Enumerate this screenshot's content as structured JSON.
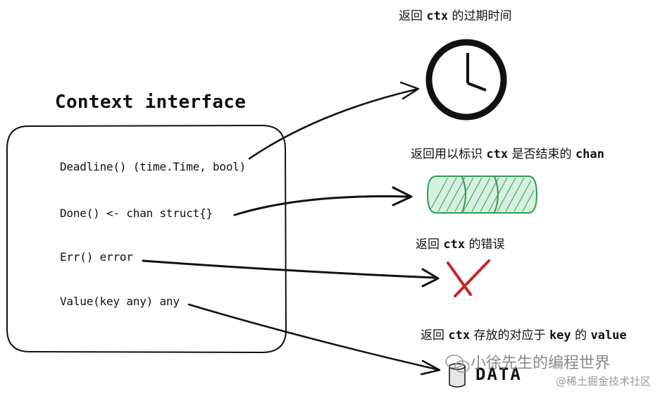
{
  "title": "Context interface",
  "methods": [
    "Deadline()  (time.Time, bool)",
    "Done() <- chan struct{}",
    "Err() error",
    "Value(key any) any"
  ],
  "labels": {
    "deadline": {
      "pre": "返回 ",
      "code": "ctx",
      "post": " 的过期时间"
    },
    "done": {
      "pre": "返回用以标识 ",
      "code": "ctx",
      "post": " 是否结束的 ",
      "code2": "chan"
    },
    "err": {
      "pre": "返回 ",
      "code": "ctx",
      "post": " 的错误"
    },
    "value": {
      "pre": "返回 ",
      "code": "ctx",
      "post": " 存放的对应于 ",
      "code2": "key",
      "post2": " 的 ",
      "code3": "value"
    }
  },
  "data_label": "DATA",
  "watermark": {
    "line1": "小徐先生的编程世界",
    "line2": "@稀土掘金技术社区"
  },
  "icons": {
    "deadline": "clock-icon",
    "done": "channel-tube-icon",
    "err": "cross-icon",
    "value": "database-icon",
    "watermark": "wechat-icon"
  },
  "colors": {
    "ink": "#111111",
    "channel": "#2e9a59",
    "error": "#c62828",
    "watermark": "#8a8a8a"
  }
}
